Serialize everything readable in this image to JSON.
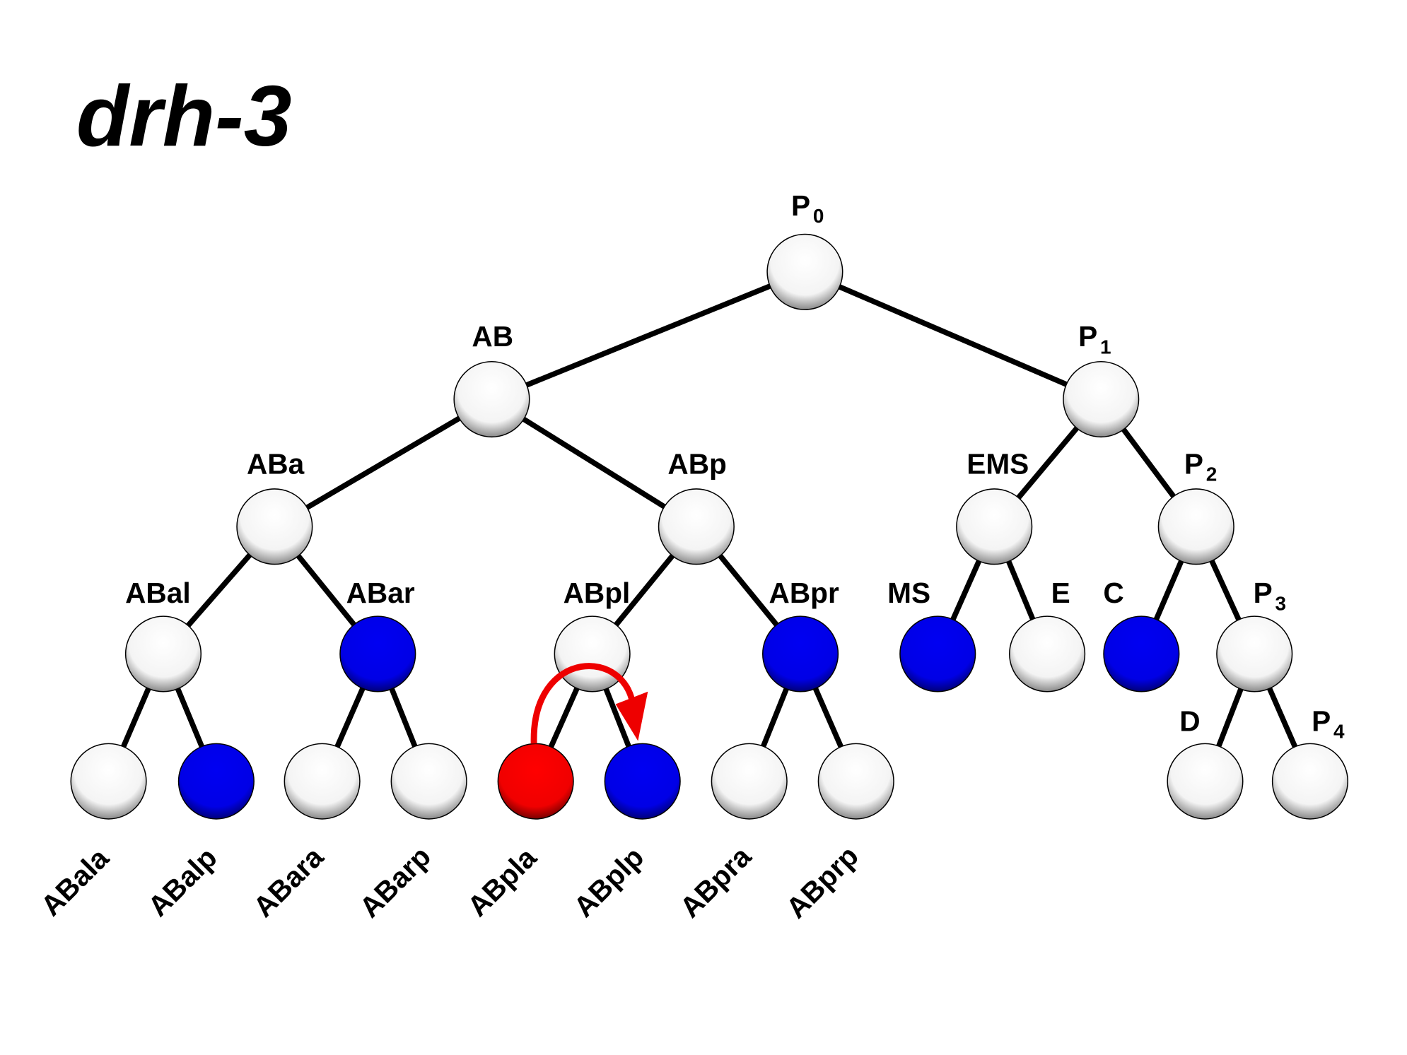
{
  "title": "drh-3",
  "colors": {
    "white": "#ffffff",
    "blue": "#0000ee",
    "red": "#ee0000",
    "arrow": "#ee0000",
    "line": "#000000"
  },
  "nodes": [
    {
      "id": "P0",
      "label": "P",
      "sub": "0",
      "color": "white"
    },
    {
      "id": "AB",
      "label": "AB",
      "sub": "",
      "color": "white"
    },
    {
      "id": "P1",
      "label": "P",
      "sub": "1",
      "color": "white"
    },
    {
      "id": "ABa",
      "label": "ABa",
      "sub": "",
      "color": "white"
    },
    {
      "id": "ABp",
      "label": "ABp",
      "sub": "",
      "color": "white"
    },
    {
      "id": "EMS",
      "label": "EMS",
      "sub": "",
      "color": "white"
    },
    {
      "id": "P2",
      "label": "P",
      "sub": "2",
      "color": "white"
    },
    {
      "id": "ABal",
      "label": "ABal",
      "sub": "",
      "color": "white"
    },
    {
      "id": "ABar",
      "label": "ABar",
      "sub": "",
      "color": "blue"
    },
    {
      "id": "ABpl",
      "label": "ABpl",
      "sub": "",
      "color": "white"
    },
    {
      "id": "ABpr",
      "label": "ABpr",
      "sub": "",
      "color": "blue"
    },
    {
      "id": "MS",
      "label": "MS",
      "sub": "",
      "color": "blue"
    },
    {
      "id": "E",
      "label": "E",
      "sub": "",
      "color": "white"
    },
    {
      "id": "C",
      "label": "C",
      "sub": "",
      "color": "blue"
    },
    {
      "id": "P3",
      "label": "P",
      "sub": "3",
      "color": "white"
    },
    {
      "id": "ABala",
      "label": "ABala",
      "sub": "",
      "color": "white"
    },
    {
      "id": "ABalp",
      "label": "ABalp",
      "sub": "",
      "color": "blue"
    },
    {
      "id": "ABara",
      "label": "ABara",
      "sub": "",
      "color": "white"
    },
    {
      "id": "ABarp",
      "label": "ABarp",
      "sub": "",
      "color": "white"
    },
    {
      "id": "ABpla",
      "label": "ABpla",
      "sub": "",
      "color": "red"
    },
    {
      "id": "ABplp",
      "label": "ABplp",
      "sub": "",
      "color": "blue"
    },
    {
      "id": "ABpra",
      "label": "ABpra",
      "sub": "",
      "color": "white"
    },
    {
      "id": "ABprp",
      "label": "ABprp",
      "sub": "",
      "color": "white"
    },
    {
      "id": "D",
      "label": "D",
      "sub": "",
      "color": "white"
    },
    {
      "id": "P4",
      "label": "P",
      "sub": "4",
      "color": "white"
    },
    {
      "id": "D_a",
      "label": "",
      "sub": "",
      "color": "white"
    },
    {
      "id": "P4_a",
      "label": "",
      "sub": "",
      "color": "white"
    }
  ],
  "edges": [
    [
      "P0",
      "AB"
    ],
    [
      "P0",
      "P1"
    ],
    [
      "AB",
      "ABa"
    ],
    [
      "AB",
      "ABp"
    ],
    [
      "P1",
      "EMS"
    ],
    [
      "P1",
      "P2"
    ],
    [
      "ABa",
      "ABal"
    ],
    [
      "ABa",
      "ABar"
    ],
    [
      "ABp",
      "ABpl"
    ],
    [
      "ABp",
      "ABpr"
    ],
    [
      "EMS",
      "MS"
    ],
    [
      "EMS",
      "E"
    ],
    [
      "P2",
      "C"
    ],
    [
      "P2",
      "P3"
    ],
    [
      "ABal",
      "ABala"
    ],
    [
      "ABal",
      "ABalp"
    ],
    [
      "ABar",
      "ABara"
    ],
    [
      "ABar",
      "ABarp"
    ],
    [
      "ABpl",
      "ABpla"
    ],
    [
      "ABpl",
      "ABplp"
    ],
    [
      "ABpr",
      "ABpra"
    ],
    [
      "ABpr",
      "ABprp"
    ],
    [
      "P3",
      "D_a"
    ],
    [
      "P3",
      "P4_a"
    ]
  ],
  "arrow": {
    "from": "ABpla",
    "to": "ABplp"
  }
}
